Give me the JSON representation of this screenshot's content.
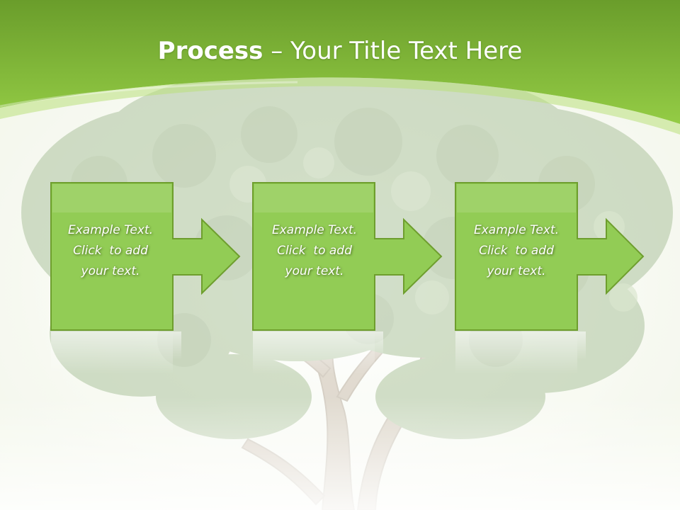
{
  "title": {
    "bold": "Process",
    "separator": " – ",
    "rest": "Your Title Text Here"
  },
  "steps": [
    {
      "lines": [
        "Example Text.",
        "Click  to add",
        "your text."
      ]
    },
    {
      "lines": [
        "Example Text.",
        "Click  to add",
        "your text."
      ]
    },
    {
      "lines": [
        "Example Text.",
        "Click  to add",
        "your text."
      ]
    }
  ],
  "colors": {
    "header_top": "#6a9d2b",
    "header_bottom": "#94cc45",
    "box_fill": "#92cc55",
    "box_border": "#6e9e2e",
    "tree_foliage": "#8fae7a",
    "tree_trunk": "#b9a791",
    "background": "#f7f9f0"
  }
}
